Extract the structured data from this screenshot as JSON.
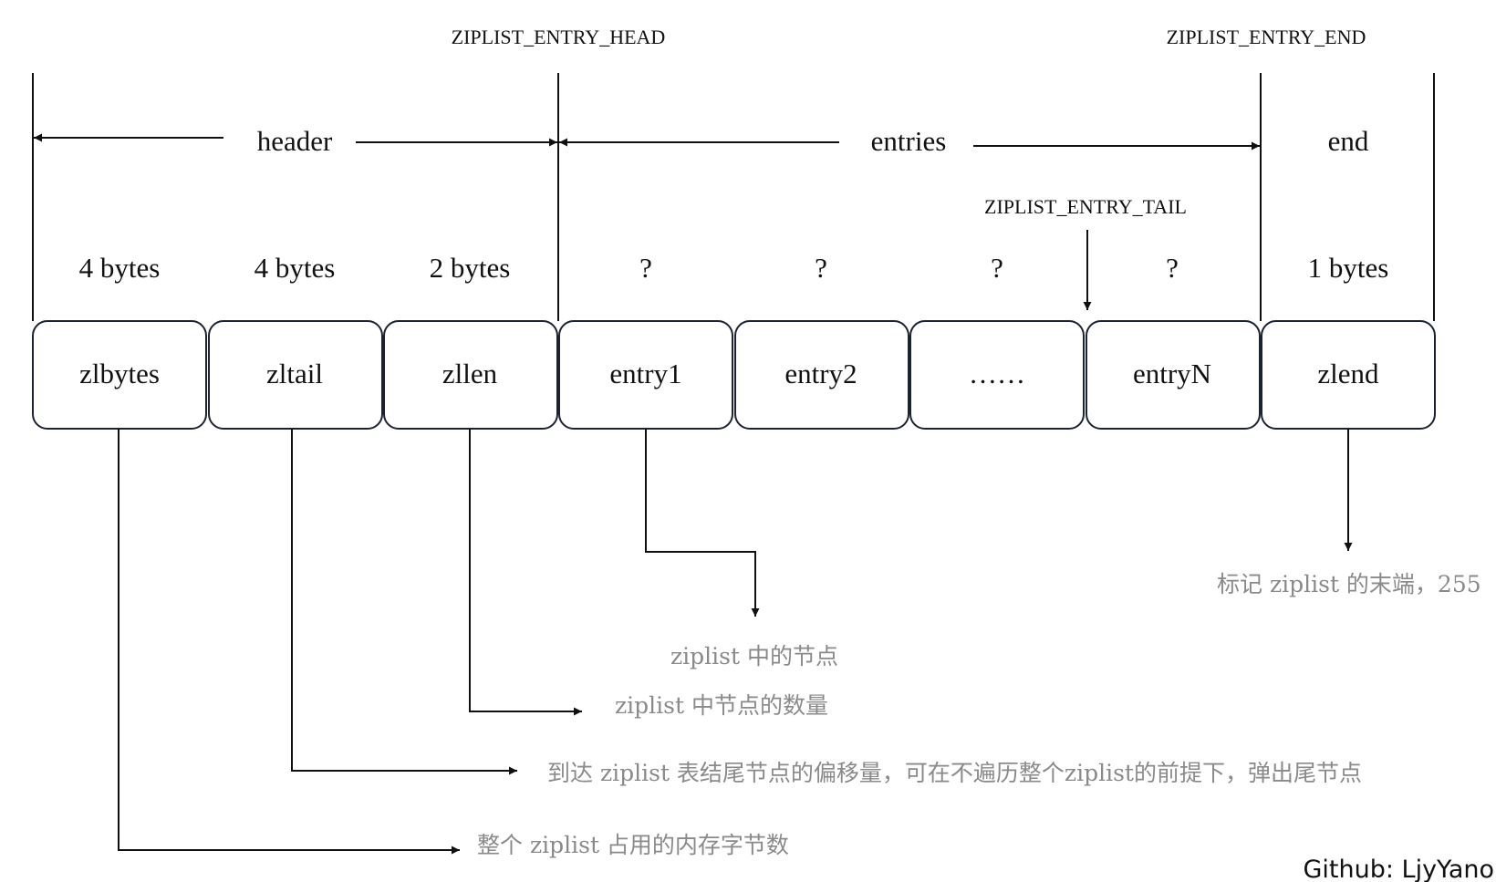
{
  "markers": {
    "entry_head": "ZIPLIST_ENTRY_HEAD",
    "entry_end": "ZIPLIST_ENTRY_END",
    "entry_tail": "ZIPLIST_ENTRY_TAIL"
  },
  "sections": {
    "header": "header",
    "entries": "entries",
    "end": "end"
  },
  "fields": [
    {
      "size": "4 bytes",
      "name": "zlbytes"
    },
    {
      "size": "4 bytes",
      "name": "zltail"
    },
    {
      "size": "2 bytes",
      "name": "zllen"
    },
    {
      "size": "?",
      "name": "entry1"
    },
    {
      "size": "?",
      "name": "entry2"
    },
    {
      "size": "?",
      "name": "……"
    },
    {
      "size": "?",
      "name": "entryN"
    },
    {
      "size": "1 bytes",
      "name": "zlend"
    }
  ],
  "descriptions": {
    "zlend": "标记 ziplist 的末端，255",
    "entry1": "ziplist 中的节点",
    "zllen": "ziplist 中节点的数量",
    "zltail": "到达 ziplist 表结尾节点的偏移量，可在不遍历整个ziplist的前提下，弹出尾节点",
    "zlbytes": "整个 ziplist 占用的内存字节数"
  },
  "credit": "Github: LjyYano"
}
